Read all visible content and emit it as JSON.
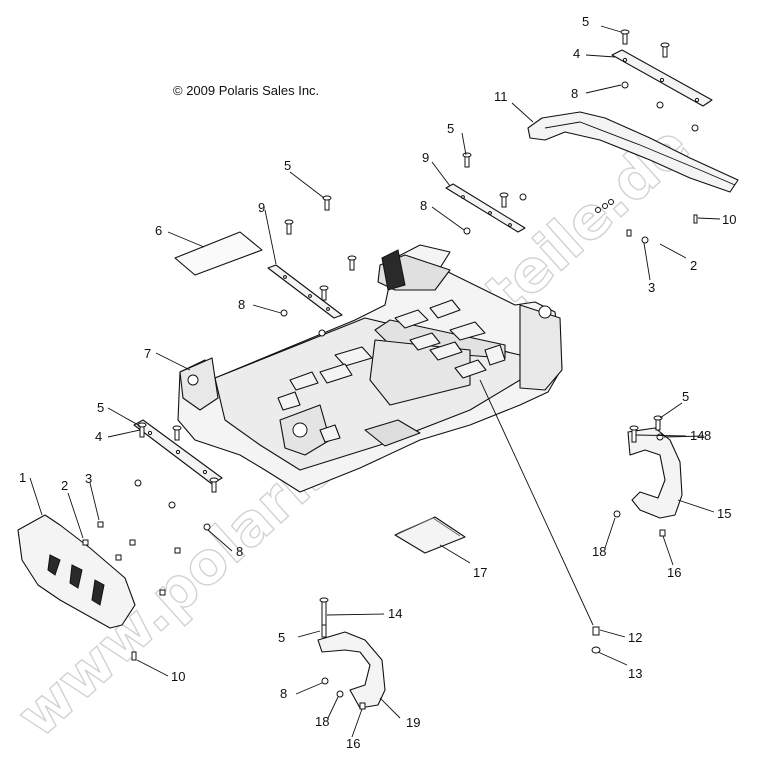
{
  "copyright": "© 2009 Polaris Sales Inc.",
  "watermark": "www.polaris-ersatzteile.de",
  "callouts": [
    {
      "id": "c1",
      "text": "1"
    },
    {
      "id": "c2a",
      "text": "2"
    },
    {
      "id": "c2b",
      "text": "2"
    },
    {
      "id": "c3a",
      "text": "3"
    },
    {
      "id": "c3b",
      "text": "3"
    },
    {
      "id": "c4a",
      "text": "4"
    },
    {
      "id": "c4b",
      "text": "4"
    },
    {
      "id": "c5a",
      "text": "5"
    },
    {
      "id": "c5b",
      "text": "5"
    },
    {
      "id": "c5c",
      "text": "5"
    },
    {
      "id": "c5d",
      "text": "5"
    },
    {
      "id": "c5e",
      "text": "5"
    },
    {
      "id": "c5f",
      "text": "5"
    },
    {
      "id": "c6",
      "text": "6"
    },
    {
      "id": "c7",
      "text": "7"
    },
    {
      "id": "c8a",
      "text": "8"
    },
    {
      "id": "c8b",
      "text": "8"
    },
    {
      "id": "c8c",
      "text": "8"
    },
    {
      "id": "c8d",
      "text": "8"
    },
    {
      "id": "c8e",
      "text": "8"
    },
    {
      "id": "c8f",
      "text": "8"
    },
    {
      "id": "c9a",
      "text": "9"
    },
    {
      "id": "c9b",
      "text": "9"
    },
    {
      "id": "c10a",
      "text": "10"
    },
    {
      "id": "c10b",
      "text": "10"
    },
    {
      "id": "c11",
      "text": "11"
    },
    {
      "id": "c12",
      "text": "12"
    },
    {
      "id": "c13",
      "text": "13"
    },
    {
      "id": "c14a",
      "text": "14"
    },
    {
      "id": "c14b",
      "text": "14"
    },
    {
      "id": "c15",
      "text": "15"
    },
    {
      "id": "c16a",
      "text": "16"
    },
    {
      "id": "c16b",
      "text": "16"
    },
    {
      "id": "c17",
      "text": "17"
    },
    {
      "id": "c18a",
      "text": "18"
    },
    {
      "id": "c18b",
      "text": "18"
    },
    {
      "id": "c19",
      "text": "19"
    }
  ]
}
